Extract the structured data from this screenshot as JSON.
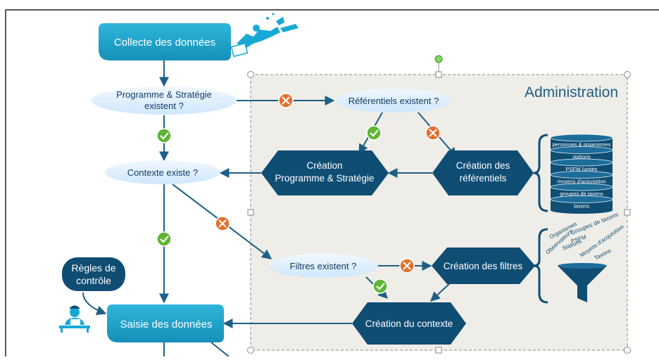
{
  "region": {
    "title": "Administration"
  },
  "nodes": {
    "collecte": "Collecte des données",
    "programme_line1": "Programme & Stratégie",
    "programme_line2": "existent ?",
    "contexte_existe": "Contexte existe ?",
    "referentiels_existent": "Référentiels existent ?",
    "creation_programme_line1": "Création",
    "creation_programme_line2": "Programme & Stratégie",
    "creation_referentiels_line1": "Création des",
    "creation_referentiels_line2": "référentiels",
    "filtres_existent": "Filtres existent ?",
    "creation_filtres": "Création des filtres",
    "creation_contexte": "Création du contexte",
    "regles_line1": "Règles de",
    "regles_line2": "contrôle",
    "saisie": "Saisie des données"
  },
  "database_layers": [
    "personnes & organismes",
    "stations",
    "PSFM /unités",
    "moyens d'acquisition",
    "groupes de taxons",
    "taxons"
  ],
  "filter_words": [
    "Organismes",
    "Groupes de taxons",
    "Observateurs",
    "PSFM",
    "Stations",
    "Moyens d'acquisition",
    "Taxons"
  ],
  "colors": {
    "dark_navy": "#0f4d73",
    "teal_box": "#1aa0c8",
    "ellipse_fill": "#dcefff",
    "ellipse_text": "#123c63",
    "arrow": "#1d5f86",
    "check_green": "#5db534",
    "cross_orange": "#e36f2e",
    "admin_bg": "#efede7",
    "admin_border": "#8a8a8a"
  },
  "icons": [
    "diver-icon",
    "user-at-computer-icon",
    "database-icon",
    "funnel-icon",
    "check-icon",
    "cross-icon"
  ]
}
